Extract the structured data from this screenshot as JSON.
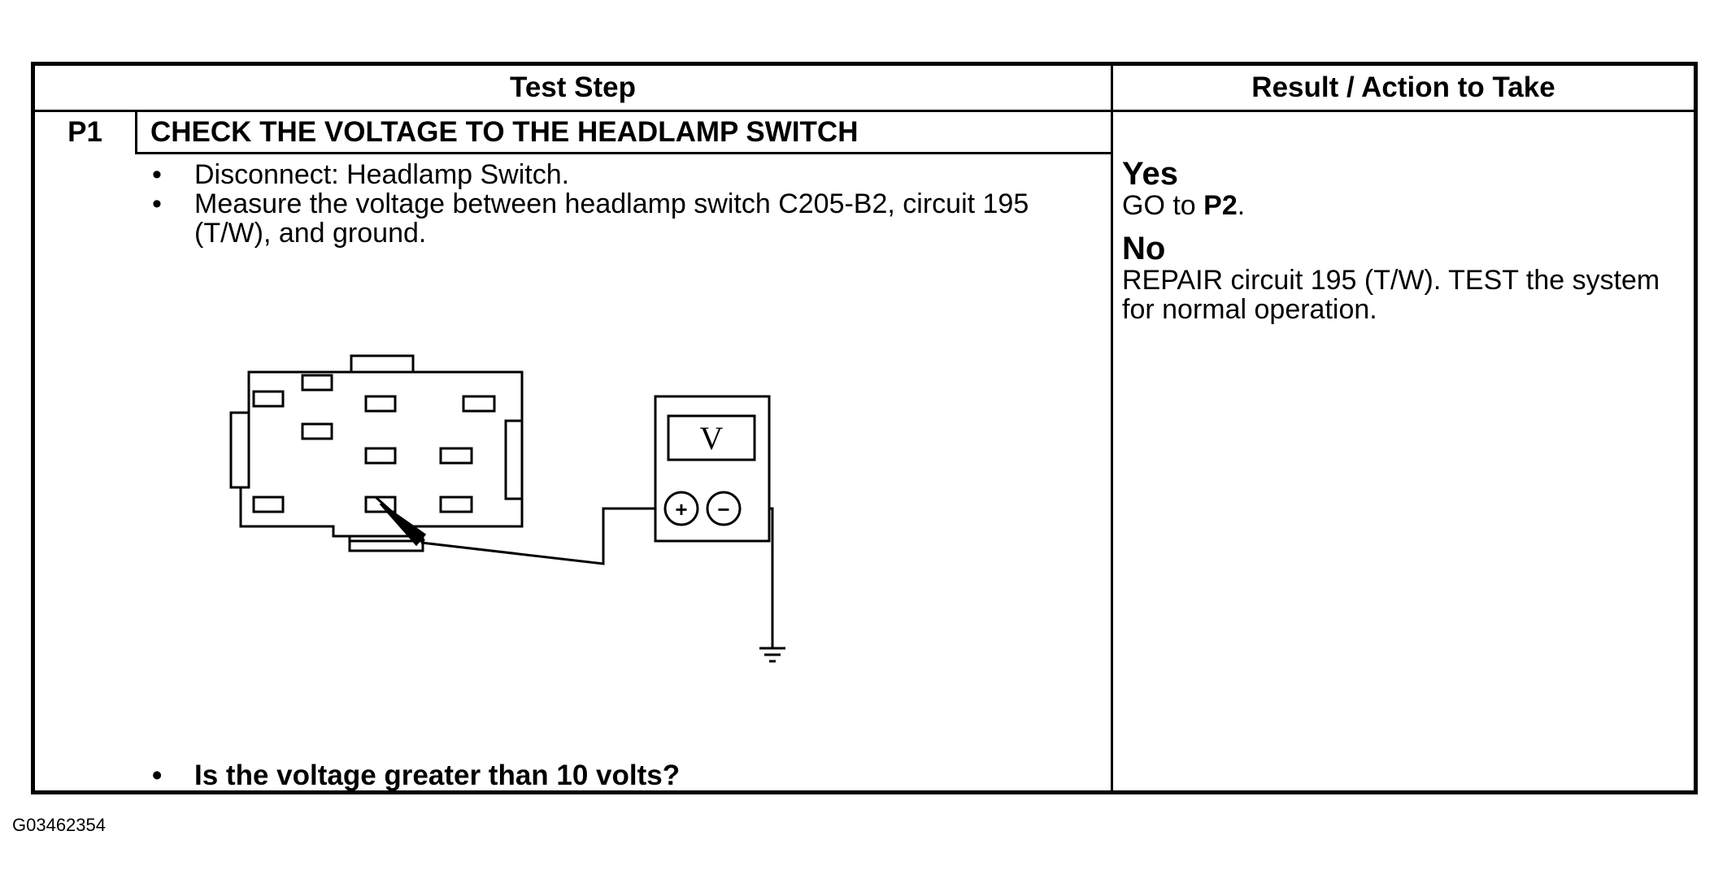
{
  "table": {
    "header_test_step": "Test Step",
    "header_result": "Result / Action to Take",
    "step_id": "P1",
    "step_title": "CHECK THE VOLTAGE TO THE HEADLAMP SWITCH",
    "instructions": [
      "Disconnect: Headlamp Switch.",
      "Measure the voltage between headlamp switch C205-B2, circuit 195 (T/W), and ground."
    ],
    "question": "Is the voltage greater than 10 volts?",
    "yes_label": "Yes",
    "yes_action_prefix": "GO to ",
    "yes_action_target": "P2",
    "yes_action_suffix": ".",
    "no_label": "No",
    "no_action": "REPAIR circuit 195 (T/W). TEST the system for normal operation."
  },
  "diagram": {
    "meter_display": "V",
    "meter_positive": "+",
    "meter_negative": "−"
  },
  "figure_id": "G03462354"
}
